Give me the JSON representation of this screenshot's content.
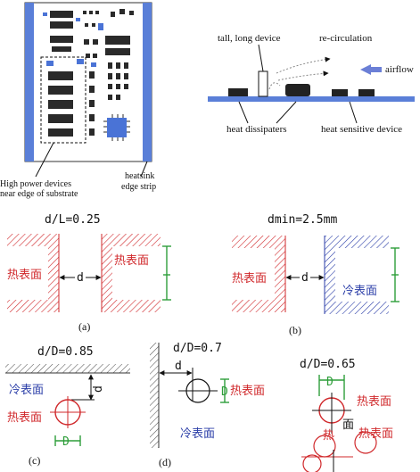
{
  "board_panel": {
    "label_high_power_line1": "High power devices",
    "label_high_power_line2": "near edge of substrate",
    "label_heatsink_line1": "heatsink",
    "label_heatsink_line2": "edge strip"
  },
  "airflow_panel": {
    "tall_device": "tall, long device",
    "recirculation": "re-circulation",
    "airflow": "airflow",
    "heat_dissipaters": "heat dissipaters",
    "heat_sensitive": "heat sensitive device"
  },
  "panel_a": {
    "ratio": "d/L=0.25",
    "left_label": "热表面",
    "right_label": "热表面",
    "gap": "d",
    "caption": "(a)"
  },
  "panel_b": {
    "ratio": "dmin=2.5mm",
    "left_label": "热表面",
    "right_label": "冷表面",
    "gap": "d",
    "caption": "(b)"
  },
  "panel_c": {
    "ratio": "d/D=0.85",
    "cold_label": "冷表面",
    "hot_label": "热表面",
    "d": "d",
    "D": "D",
    "caption": "(c)"
  },
  "panel_d": {
    "ratio": "d/D=0.7",
    "hot_label": "热表面",
    "cold_label": "冷表面",
    "d": "d",
    "D": "D",
    "caption": "(d)"
  },
  "panel_e": {
    "ratio": "d/D=0.65",
    "D": "D",
    "hot_label_1": "热表面",
    "hot_label_2": "热表面",
    "frag_1": "面",
    "frag_2": "热"
  },
  "colors": {
    "hot": "#d0282b",
    "cold": "#2b3ea8",
    "board_edge": "#5a7fd8",
    "dim": "#2e9e3a"
  }
}
